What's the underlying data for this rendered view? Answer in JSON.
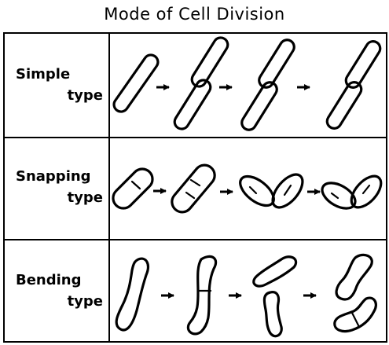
{
  "title": "Mode of Cell Division",
  "rows": [
    {
      "label_line1": "Simple",
      "label_line2": "type"
    },
    {
      "label_line1": "Snapping",
      "label_line2": "type"
    },
    {
      "label_line1": "Bending",
      "label_line2": "type"
    }
  ]
}
